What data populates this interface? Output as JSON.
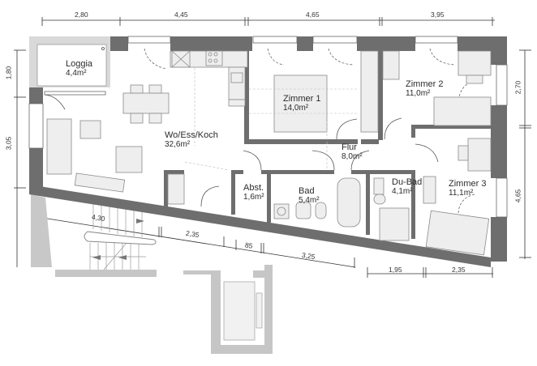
{
  "plan": {
    "title": "Floor plan",
    "colors": {
      "exterior_wall": "#6e6e6e",
      "interior_wall": "#6e6e6e",
      "stair_wall": "#c4c4c4",
      "furniture_fill": "#ededed",
      "furniture_stroke": "#8a8a8a",
      "dimension_line": "#333333",
      "text": "#2b2b2b"
    },
    "rooms": [
      {
        "name": "Loggia",
        "area": "4,4m²"
      },
      {
        "name": "Wo/Ess/Koch",
        "area": "32,6m²"
      },
      {
        "name": "Zimmer 1",
        "area": "14,0m²"
      },
      {
        "name": "Zimmer 2",
        "area": "11,0m²"
      },
      {
        "name": "Flur",
        "area": "8,0m²"
      },
      {
        "name": "Abst.",
        "area": "1,6m²"
      },
      {
        "name": "Bad",
        "area": "5,4m²"
      },
      {
        "name": "Du-Bad",
        "area": "4,1m²"
      },
      {
        "name": "Zimmer 3",
        "area": "11,1m²"
      }
    ],
    "dimensions": {
      "top": [
        "2,80",
        "4,45",
        "4,65",
        "3,95"
      ],
      "left": [
        "1,80",
        "3,05"
      ],
      "right": [
        "2,70",
        "4,65"
      ],
      "bottom_slanted": [
        "4,30",
        "2,35",
        "85",
        "3,25"
      ],
      "bottom_right": [
        "1,95",
        "2,35"
      ]
    }
  }
}
